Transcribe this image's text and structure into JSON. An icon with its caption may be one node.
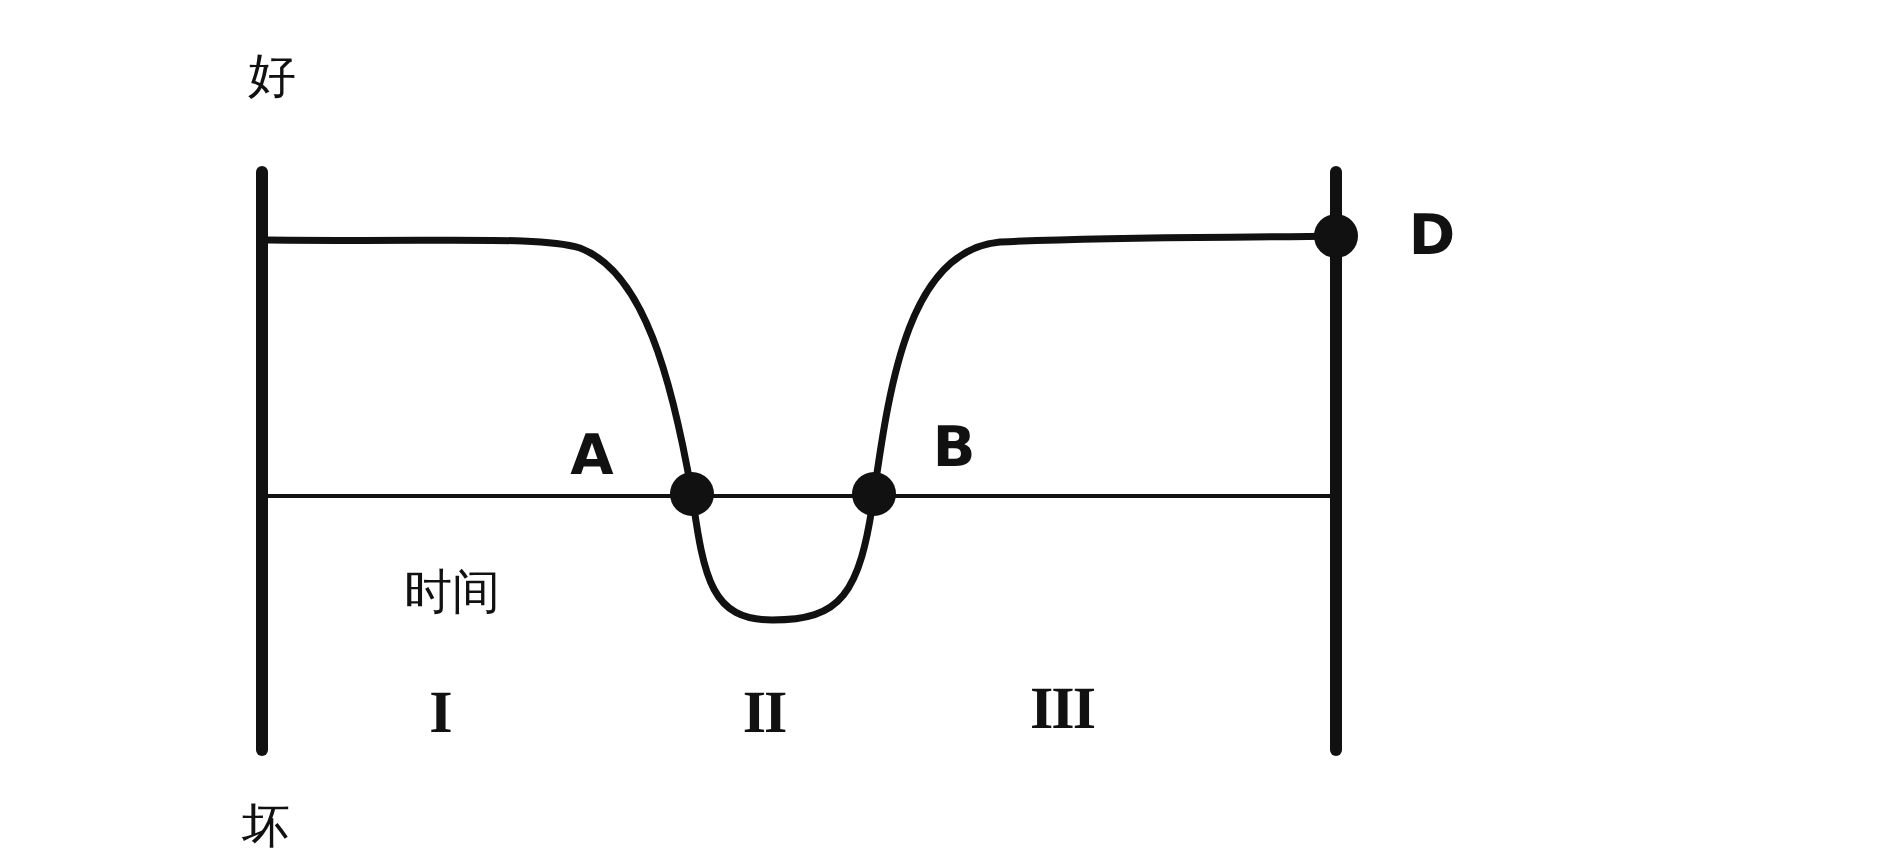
{
  "diagram": {
    "labels": [
      "好",
      "D",
      "A",
      "B",
      "时间",
      "I",
      "II",
      "III",
      "坏"
    ]
  }
}
